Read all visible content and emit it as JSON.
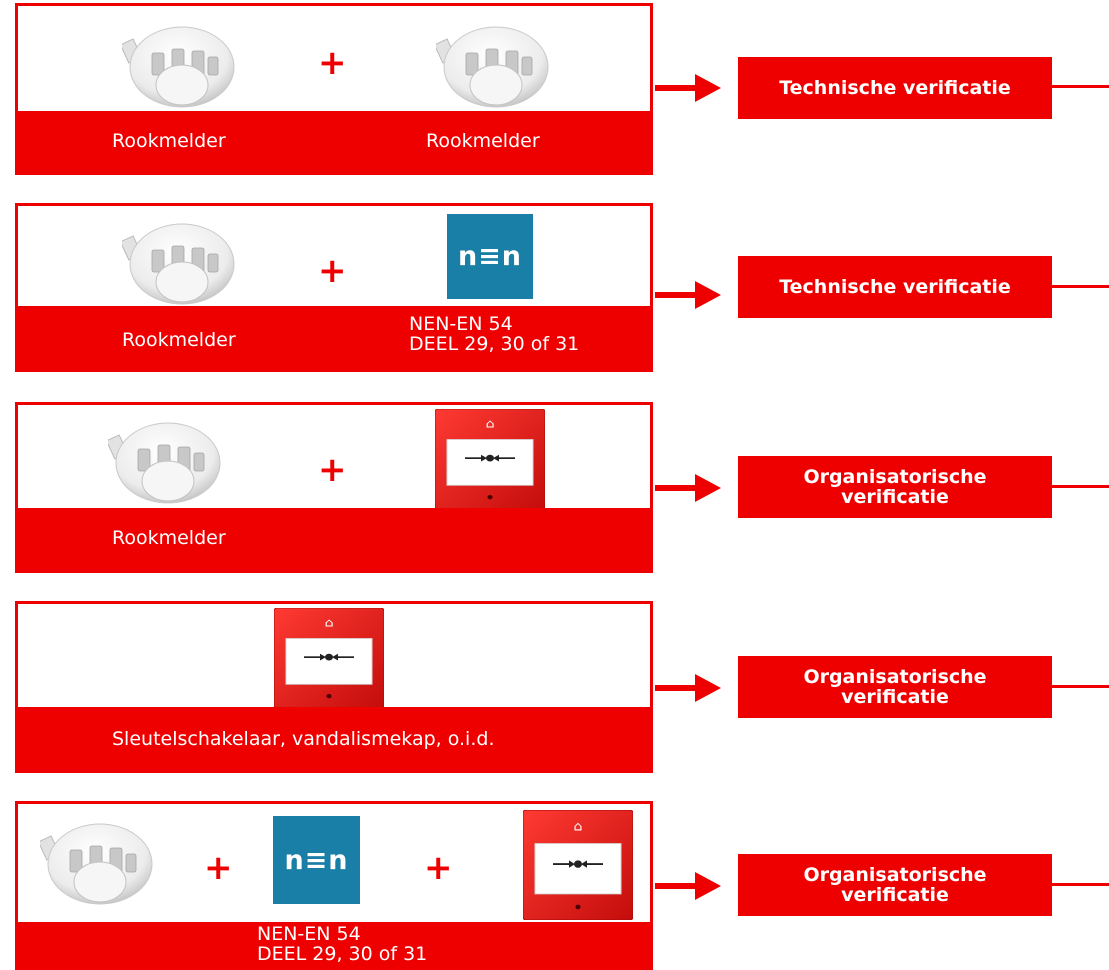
{
  "accent_color": "#ef0000",
  "nen_color": "#1a7fa6",
  "rows": [
    {
      "items": [
        "smoke-detector",
        "smoke-detector"
      ],
      "labels": {
        "l1": "Rookmelder",
        "l2": "Rookmelder"
      },
      "plus": [
        "+"
      ],
      "result": {
        "line1": "Technische verificatie",
        "line2": ""
      }
    },
    {
      "items": [
        "smoke-detector",
        "nen-logo"
      ],
      "labels": {
        "l1": "Rookmelder",
        "l2a": "NEN-EN 54",
        "l2b": "DEEL 29, 30 of 31"
      },
      "plus": [
        "+"
      ],
      "nen_text": "n≡n",
      "result": {
        "line1": "Technische verificatie",
        "line2": ""
      }
    },
    {
      "items": [
        "smoke-detector",
        "manual-call-point"
      ],
      "labels": {
        "l1": "Rookmelder"
      },
      "plus": [
        "+"
      ],
      "result": {
        "line1": "Organisatorische",
        "line2": "verificatie"
      }
    },
    {
      "items": [
        "manual-call-point"
      ],
      "labels": {
        "l1": "Sleutelschakelaar, vandalismekap, o.i.d."
      },
      "result": {
        "line1": "Organisatorische",
        "line2": "verificatie"
      }
    },
    {
      "items": [
        "smoke-detector",
        "nen-logo",
        "manual-call-point"
      ],
      "labels": {
        "l1a": "NEN-EN 54",
        "l1b": "DEEL 29, 30 of 31"
      },
      "plus": [
        "+",
        "+"
      ],
      "nen_text": "n≡n",
      "result": {
        "line1": "Organisatorische",
        "line2": "verificatie"
      }
    }
  ]
}
